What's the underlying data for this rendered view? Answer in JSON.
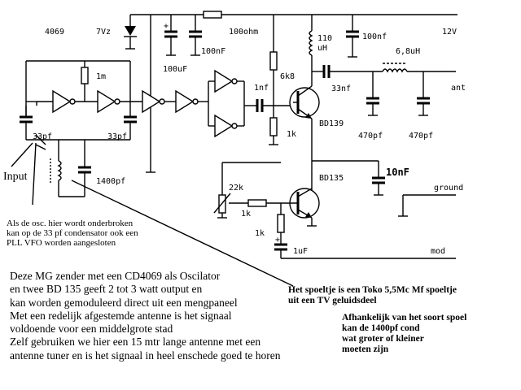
{
  "labels": {
    "ic": "4069",
    "zener": "7Vz",
    "r_top": "100ohm",
    "vcc": "12V",
    "l_110_a": "110",
    "l_110_b": "uH",
    "c_100nf_a": "100nf",
    "c_100nf_b": "100nF",
    "c_100uf": "100uF",
    "r_1m": "1m",
    "r_6k8": "6k8",
    "c_1nf": "1nf",
    "c_33nf": "33nf",
    "l_6uh": "6,8uH",
    "ant": "ant",
    "c_470a": "470pf",
    "c_470b": "470pf",
    "bd139": "BD139",
    "r_1k_a": "1k",
    "c_33pf_a": "33pf",
    "c_33pf_b": "33pf",
    "c_1400": "1400pf",
    "input": "Input",
    "c_10nf": "10nF",
    "pot_22k": "22k",
    "bd135": "BD135",
    "ground": "ground",
    "r_1k_b": "1k",
    "r_1k_c": "1k",
    "c_1uf": "1uF",
    "mod": "mod"
  },
  "notes": {
    "osc_note": [
      "Als de osc. hier wordt onderbroken",
      "kan op de 33 pf condensator ook een",
      "PLL VFO worden aangesloten"
    ],
    "main_desc": [
      "Deze  MG zender met een CD4069 als Oscilator",
      "en twee BD 135 geeft 2 tot 3 watt output en",
      "kan worden gemoduleerd direct uit een mengpaneel",
      "Met een redelijk afgestemde antenne is het signaal",
      "voldoende voor een middelgrote stad",
      "Zelf gebruiken we hier een 15 mtr lange antenne met een",
      "antenne tuner en is het signaal in heel enschede goed te horen"
    ],
    "coil_note": [
      "Het spoeltje is een Toko 5,5Mc Mf spoeltje",
      "uit een TV geluidsdeel"
    ],
    "cap_note": [
      "Afhankelijk van het soort spoel",
      "kan de 1400pf cond",
      "wat groter of kleiner",
      "moeten zijn"
    ]
  }
}
